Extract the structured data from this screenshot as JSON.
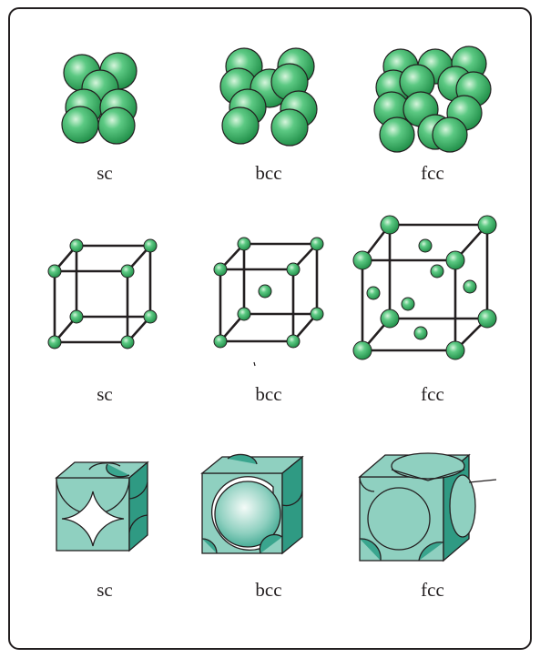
{
  "rows": [
    {
      "id": "packing",
      "labels": [
        "sc",
        "bcc",
        "fcc"
      ]
    },
    {
      "id": "lattice",
      "labels": [
        "sc",
        "bcc",
        "fcc"
      ]
    },
    {
      "id": "unit-cell",
      "labels": [
        "sc",
        "bcc",
        "fcc"
      ]
    }
  ],
  "colors": {
    "atom_green": "#2eaa5a",
    "atom_highlight": "#c8f0d0",
    "cell_teal": "#8fd0c0",
    "cell_teal_dark": "#3aa58e",
    "outline": "#231f20"
  }
}
